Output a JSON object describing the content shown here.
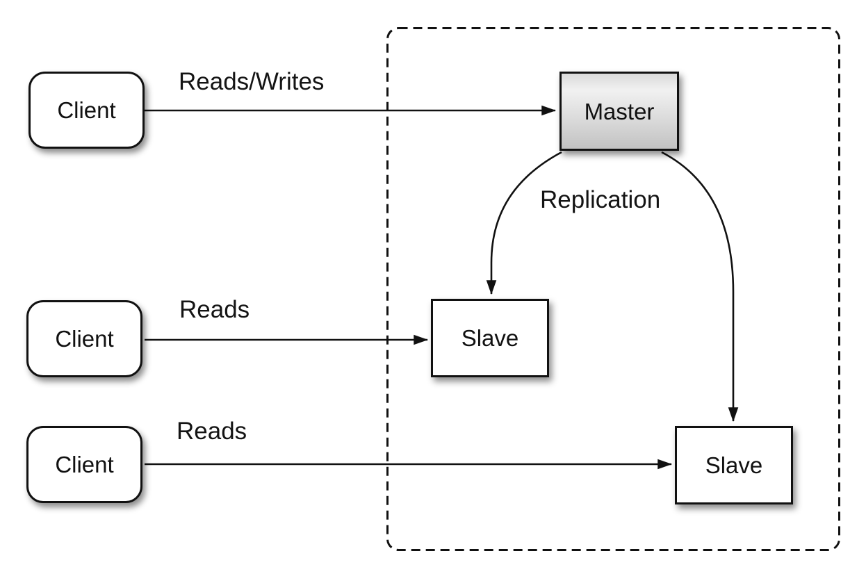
{
  "diagram": {
    "clients": [
      {
        "label": "Client"
      },
      {
        "label": "Client"
      },
      {
        "label": "Client"
      }
    ],
    "master": {
      "label": "Master"
    },
    "slaves": [
      {
        "label": "Slave"
      },
      {
        "label": "Slave"
      }
    ],
    "edge_labels": {
      "client1_to_master": "Reads/Writes",
      "client2_to_slave1": "Reads",
      "client3_to_slave2": "Reads",
      "master_to_slaves": "Replication"
    },
    "colors": {
      "background": "#ffffff",
      "stroke": "#111111",
      "node_fill": "#ffffff",
      "master_fill_top": "#d9d9d9",
      "master_fill_bottom": "#c2c2c2"
    }
  }
}
